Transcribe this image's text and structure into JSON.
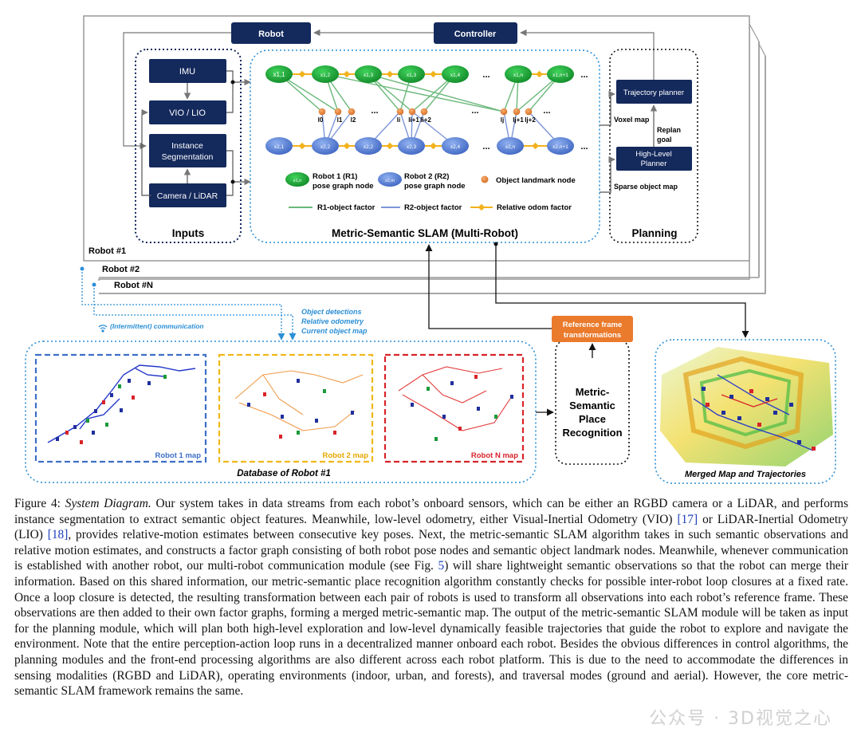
{
  "diagram": {
    "boxes": {
      "robot": "Robot",
      "controller": "Controller",
      "imu": "IMU",
      "vio_lio": "VIO / LIO",
      "instance_seg_line1": "Instance",
      "instance_seg_line2": "Segmentation",
      "camera_lidar": "Camera / LiDAR",
      "trajectory_planner": "Trajectory planner",
      "high_level_line1": "High-Level",
      "high_level_line2": "Planner",
      "ref_frame_line1": "Reference frame",
      "ref_frame_line2": "transformations",
      "place_rec_line1": "Metric-",
      "place_rec_line2": "Semantic",
      "place_rec_line3": "Place",
      "place_rec_line4": "Recognition"
    },
    "section_titles": {
      "inputs": "Inputs",
      "slam": "Metric-Semantic SLAM (Multi-Robot)",
      "planning": "Planning",
      "database": "Database of Robot #1",
      "merged": "Merged Map and Trajectories"
    },
    "planning_labels": {
      "voxel_map": "Voxel map",
      "replan": "Replan",
      "goal": "goal",
      "sparse_object_map": "Sparse object map"
    },
    "robot_layers": [
      "Robot #1",
      "Robot #2",
      "Robot #N"
    ],
    "comm": {
      "intermittent": "(Intermittent) communication",
      "object_detections": "Object detections",
      "relative_odometry": "Relative odometry",
      "current_object_map": "Current object map"
    },
    "maps": {
      "robot1": "Robot 1 map",
      "robot2": "Robot 2 map",
      "robotN": "Robot N map"
    },
    "legend": {
      "r1_node_line1": "Robot 1 (R1)",
      "r1_node_line2": "pose graph node",
      "r2_node_line1": "Robot 2 (R2)",
      "r2_node_line2": "pose graph node",
      "landmark": "Object landmark node",
      "r1_factor": "R1-object factor",
      "r2_factor": "R2-object factor",
      "odom_factor": "Relative odom factor"
    },
    "nodes": {
      "r1": [
        "x1,1",
        "x1,2",
        "x1,3",
        "x1,3",
        "x1,4",
        "x1,n",
        "x1,n+1"
      ],
      "r2": [
        "x2,1",
        "x2,2",
        "x2,2",
        "x2,3",
        "x2,4",
        "x2,n",
        "x2,n+1"
      ],
      "landmarks": [
        "l0",
        "l1",
        "l2",
        "li",
        "li+1",
        "li+2",
        "lj",
        "lj+1",
        "lj+2"
      ],
      "legend_r1": "x1,n",
      "legend_r2": "x2,m",
      "ellipsis": "..."
    },
    "colors": {
      "navy": "#14295c",
      "green_node": "#1fa83a",
      "blue_node": "#5b83d6",
      "landmark_orange": "#e8843a",
      "odom_yellow": "#f2b21c",
      "ref_box_orange": "#ea7a2c",
      "comm_blue": "#2b8fd6",
      "robot1_frame": "#3d6fc7",
      "robot2_frame": "#f0b81a",
      "robotN_frame": "#d8232a"
    }
  },
  "caption": {
    "label": "Figure 4: ",
    "title": "System Diagram.",
    "p1": " Our system takes in data streams from each robot’s onboard sensors, which can be either an RGBD camera or a LiDAR, and performs instance segmentation to extract semantic object features. Meanwhile, low-level odometry, either Visual-Inertial Odometry (VIO) ",
    "ref1": "[17]",
    "p2": " or LiDAR-Inertial Odometry (LIO) ",
    "ref2": "[18]",
    "p3": ", provides relative-motion estimates between consecutive key poses. Next, the metric-semantic SLAM algorithm takes in such semantic observations and relative motion estimates, and constructs a factor graph consisting of both robot pose nodes and semantic object landmark nodes. Meanwhile, whenever communication is established with another robot, our multi-robot communication module (see Fig. ",
    "ref3": "5",
    "p4": ") will share lightweight semantic observations so that the robot can merge their information. Based on this shared information, our metric-semantic place recognition algorithm constantly checks for possible inter-robot loop closures at a fixed rate. Once a loop closure is detected, the resulting transformation between each pair of robots is used to transform all observations into each robot’s reference frame. These observations are then added to their own factor graphs, forming a merged metric-semantic map. The output of the metric-semantic SLAM module will be taken as input for the planning module, which will plan both high-level exploration and low-level dynamically feasible trajectories that guide the robot to explore and navigate the environment. Note that the entire perception-action loop runs in a decentralized manner onboard each robot. Besides the obvious differences in control algorithms, the planning modules and the front-end processing algorithms are also different across each robot platform. This is due to the need to accommodate the differences in sensing modalities (RGBD and LiDAR), operating environments (indoor, urban, and forests), and traversal modes (ground and aerial). However, the core metric-semantic SLAM framework remains the same."
  },
  "watermark": "公众号 · 3D视觉之心"
}
